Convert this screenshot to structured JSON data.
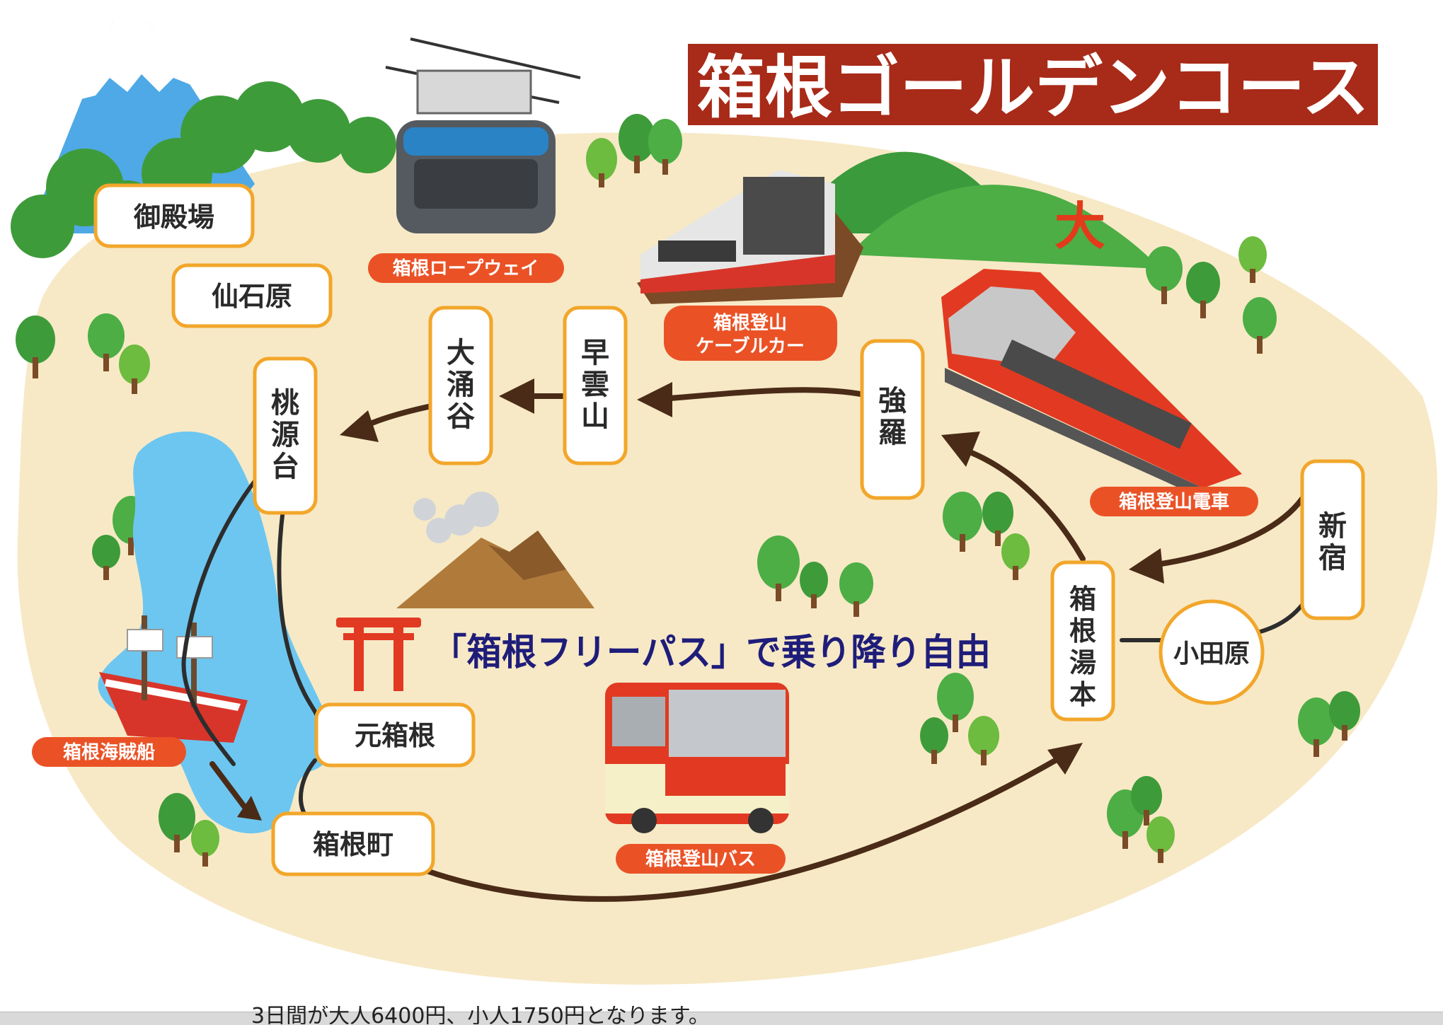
{
  "title": "箱根ゴールデンコース",
  "free_pass_note": "「箱根フリーパス」で乗り降り自由",
  "stations": {
    "gotemba": "御殿場",
    "sengokuhara": "仙石原",
    "togendai": [
      "桃",
      "源",
      "台"
    ],
    "owakudani": [
      "大",
      "涌",
      "谷"
    ],
    "sounzan": [
      "早",
      "雲",
      "山"
    ],
    "gora": [
      "強",
      "羅"
    ],
    "hakone_yumoto": [
      "箱",
      "根",
      "湯",
      "本"
    ],
    "shinjuku": [
      "新",
      "宿"
    ],
    "odawara": "小田原",
    "motohakone": "元箱根",
    "hakonemachi": "箱根町"
  },
  "transport_labels": {
    "ropeway": "箱根ロープウェイ",
    "cable_car_line1": "箱根登山",
    "cable_car_line2": "ケーブルカー",
    "tozan_train": "箱根登山電車",
    "pirate_ship": "箱根海賊船",
    "tozan_bus": "箱根登山バス"
  },
  "mountain_mark": "大",
  "footer_text": "3日間が大人6400円、小人1750円となります。",
  "colors": {
    "title_bg": "#a82a18",
    "label_pill": "#ea5226",
    "station_border": "#f2a62a",
    "route": "#4a2b17",
    "note_text": "#1f1d7a",
    "ground": "#f7e9c6",
    "lake": "#6cc6f0"
  },
  "icons": [
    "mount-fuji-icon",
    "ropeway-gondola-icon",
    "cable-car-icon",
    "tozan-train-icon",
    "pirate-ship-icon",
    "torii-gate-icon",
    "volcano-icon",
    "bus-icon",
    "tree-icon"
  ]
}
